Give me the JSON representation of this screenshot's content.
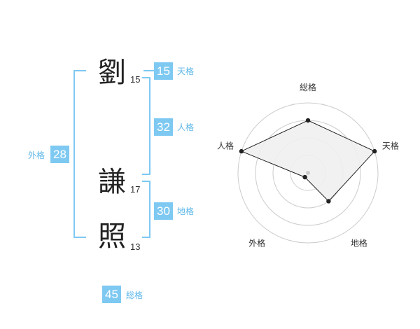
{
  "characters": [
    {
      "char": "劉",
      "strokes": "15"
    },
    {
      "char": "謙",
      "strokes": "17"
    },
    {
      "char": "照",
      "strokes": "13"
    }
  ],
  "kaku": {
    "tenkaku": {
      "value": "15",
      "label": "天格"
    },
    "jinkaku": {
      "value": "32",
      "label": "人格"
    },
    "chikaku": {
      "value": "30",
      "label": "地格"
    },
    "gaikaku": {
      "value": "28",
      "label": "外格"
    },
    "soukaku": {
      "value": "45",
      "label": "総格"
    }
  },
  "colors": {
    "accent": "#7ec9f2",
    "label": "#5bb6e8",
    "radar_fill": "#efefef",
    "ring": "#cccccc"
  },
  "chart_data": {
    "type": "radar",
    "axes": [
      "総格",
      "天格",
      "地格",
      "外格",
      "人格"
    ],
    "values": [
      3,
      4,
      2,
      0.3,
      4
    ],
    "scale_max": 4,
    "rings": 4
  }
}
